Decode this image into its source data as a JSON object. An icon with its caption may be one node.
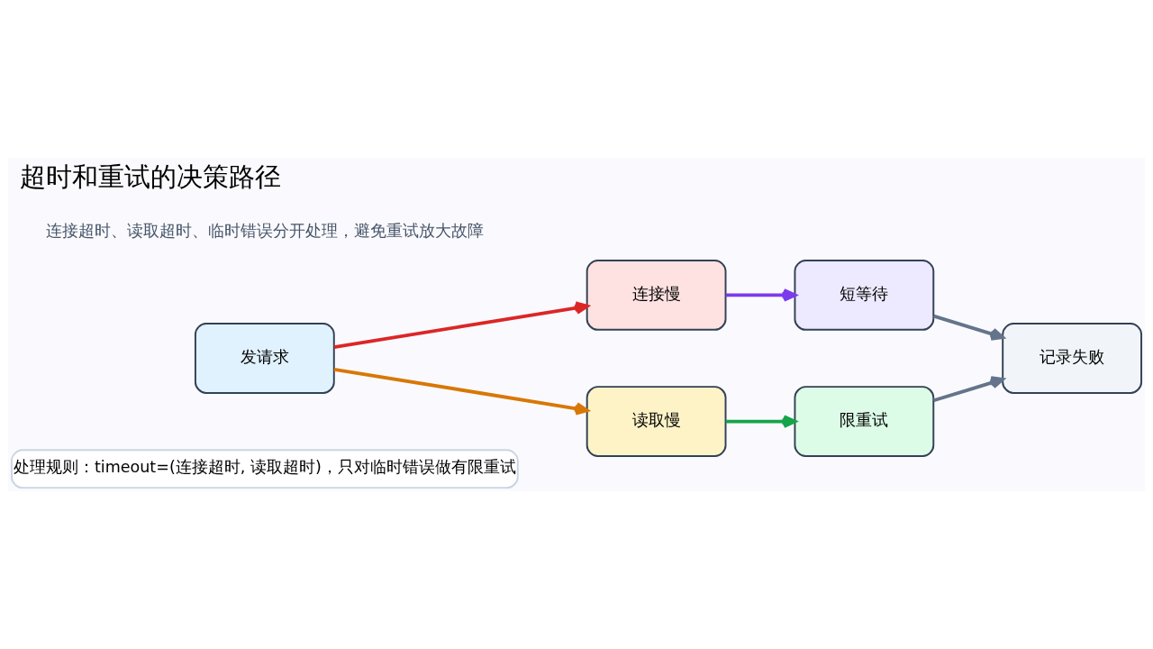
{
  "diagram": {
    "title": "超时和重试的决策路径",
    "nodes": [
      {
        "text": [
          "发请求"
        ]
      },
      {
        "text": [
          "连接慢"
        ]
      },
      {
        "text": [
          "读取慢"
        ]
      },
      {
        "text": [
          "短等待"
        ]
      },
      {
        "text": [
          "限重试"
        ]
      },
      {
        "text": [
          "记录失败"
        ]
      },
      {
        "text": [
          "处理规则：timeout=(连接超时, 读取超时)，只对临时错误做有限重试"
        ]
      }
    ],
    "edges": [
      {
        "from": 0,
        "to": 1,
        "arrow": "to",
        "color": "#dc2626"
      },
      {
        "from": 0,
        "to": 2,
        "arrow": "to",
        "color": "#d97706"
      },
      {
        "from": 1,
        "to": 3,
        "arrow": "to",
        "color": "#7c3aed"
      },
      {
        "from": 2,
        "to": 4,
        "arrow": "to",
        "color": "#16a34a"
      },
      {
        "from": 3,
        "to": 5,
        "arrow": "to",
        "color": "#64748b"
      },
      {
        "from": 4,
        "to": 5,
        "arrow": "to",
        "color": "#64748b"
      }
    ],
    "labels": [
      "连接超时、读取超时、临时错误分开处理，避免重试放大故障"
    ]
  }
}
